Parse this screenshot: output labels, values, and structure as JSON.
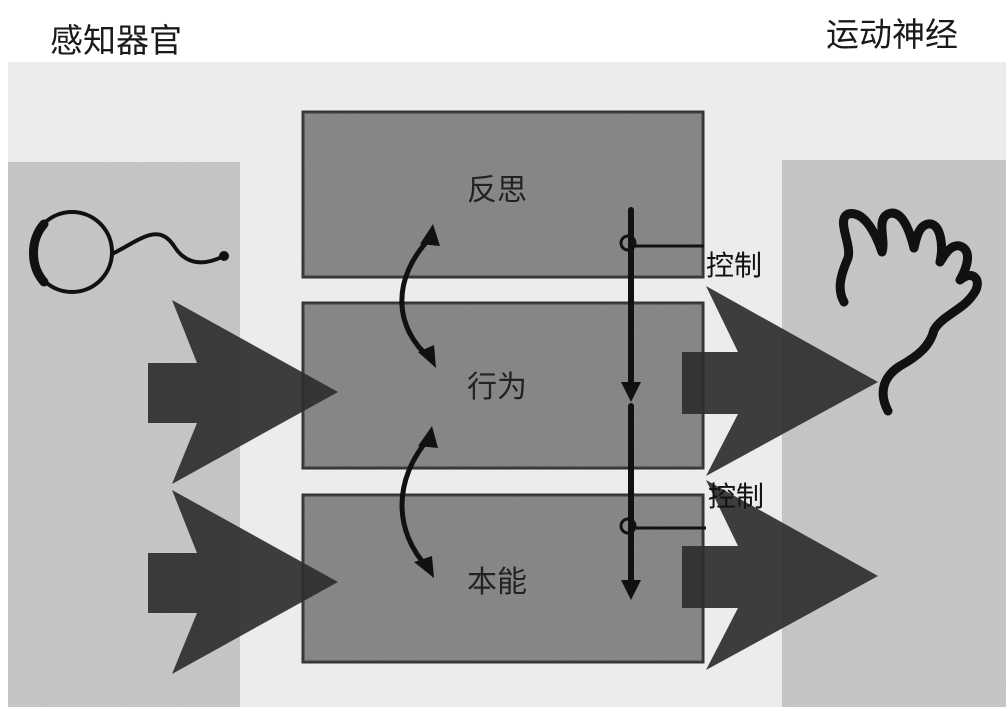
{
  "titles": {
    "sensory": "感知器官",
    "motor": "运动神经"
  },
  "layers": {
    "reflective": "反思",
    "behavioral": "行为",
    "visceral": "本能"
  },
  "control": {
    "upper": "控制",
    "lower": "控制"
  },
  "icons": {
    "sense": "eye-icon",
    "motor": "hand-icon"
  },
  "colors": {
    "background": "#ffffff",
    "panel": "#ececec",
    "side_texture": "#c6c6c6",
    "box_fill": "#828282",
    "box_stroke": "#333333",
    "arrow": "#2e2e2e",
    "ink": "#111111"
  }
}
